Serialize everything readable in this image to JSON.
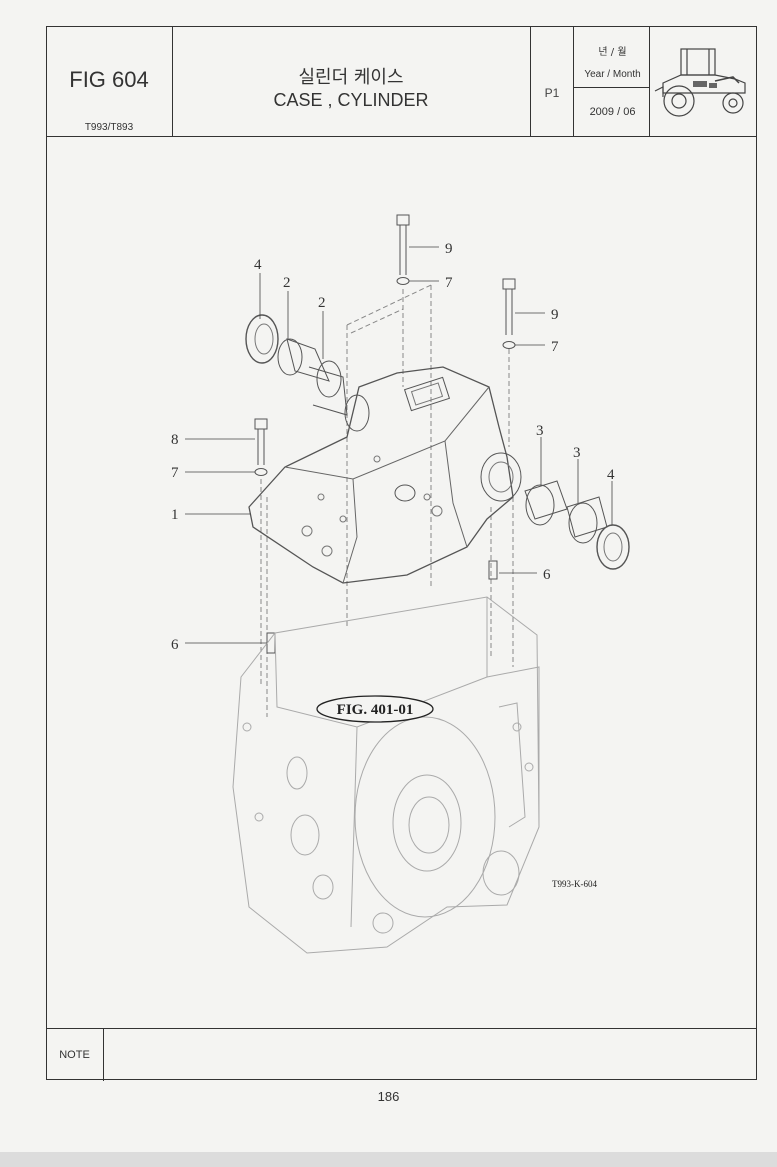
{
  "header": {
    "figure_number": "FIG 604",
    "model": "T993/T893",
    "title_korean": "실린더 케이스",
    "title_english": "CASE , CYLINDER",
    "page_code": "P1",
    "year_month_korean": "년 / 월",
    "year_month_english": "Year / Month",
    "date": "2009 / 06",
    "tractor_icon": "tractor-icon"
  },
  "diagram": {
    "reference_label": "FIG. 401-01",
    "drawing_code": "T993-K-604",
    "callouts": [
      {
        "id": "c9a",
        "label": "9"
      },
      {
        "id": "c7a",
        "label": "7"
      },
      {
        "id": "c9b",
        "label": "9"
      },
      {
        "id": "c7b",
        "label": "7"
      },
      {
        "id": "c4a",
        "label": "4"
      },
      {
        "id": "c2a",
        "label": "2"
      },
      {
        "id": "c2b",
        "label": "2"
      },
      {
        "id": "c8",
        "label": "8"
      },
      {
        "id": "c7c",
        "label": "7"
      },
      {
        "id": "c1",
        "label": "1"
      },
      {
        "id": "c3a",
        "label": "3"
      },
      {
        "id": "c3b",
        "label": "3"
      },
      {
        "id": "c4b",
        "label": "4"
      },
      {
        "id": "c6a",
        "label": "6"
      },
      {
        "id": "c6b",
        "label": "6"
      }
    ]
  },
  "note": {
    "label": "NOTE",
    "text": ""
  },
  "page_number": "186"
}
